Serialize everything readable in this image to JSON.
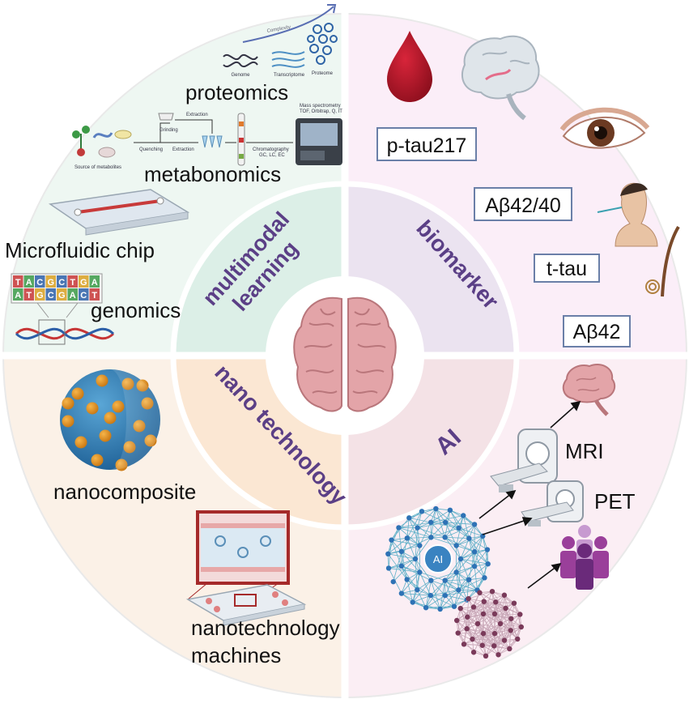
{
  "center": {
    "icon": "brain-icon"
  },
  "sectors": {
    "multimodal": {
      "title_line1": "multimodal",
      "title_line2": "learning",
      "proteomics": "proteomics",
      "metabonomics": "metabonomics",
      "microfluidic": "Microfluidic chip",
      "genomics": "genomics",
      "omics_labels": {
        "complexity": "Complexity",
        "genome": "Genome",
        "transcriptome": "Transcriptome",
        "proteome": "Proteome"
      },
      "workflow_labels": {
        "source": "Source of metabolites",
        "quenching": "Quenching",
        "grinding": "Grinding",
        "extraction1": "Extraction",
        "extraction2": "Extraction",
        "ms1": "Mass spectrometry",
        "ms2": "TOF, Orbitrap, Q, IT",
        "chrom1": "Chromatography",
        "chrom2": "GC, LC, EC"
      },
      "dna_top": [
        "T",
        "A",
        "C",
        "G",
        "C",
        "T",
        "G",
        "A"
      ],
      "dna_bottom": [
        "A",
        "T",
        "G",
        "C",
        "G",
        "A",
        "C",
        "T"
      ]
    },
    "biomarker": {
      "title": "biomarker",
      "markers": [
        "p-tau217",
        "Aβ42/40",
        "t-tau",
        "Aβ42"
      ]
    },
    "nano": {
      "title": "nano technology",
      "nanocomposite": "nanocomposite",
      "machines_line1": "nanotechnology",
      "machines_line2": "machines"
    },
    "ai": {
      "title": "AI",
      "mri": "MRI",
      "pet": "PET",
      "network_label": "AI"
    }
  },
  "colors": {
    "q1_bg": "#eef7f2",
    "q2_bg": "#fbeef8",
    "q3_bg": "#fbf1e7",
    "q4_bg": "#fbeef4",
    "inner_q1": "#dcefe7",
    "inner_q2": "#ebe3f0",
    "inner_q3": "#fbe7d3",
    "inner_q4": "#f4e2e6",
    "title_text": "#5b3f86",
    "brain": "#e3a4a8"
  }
}
